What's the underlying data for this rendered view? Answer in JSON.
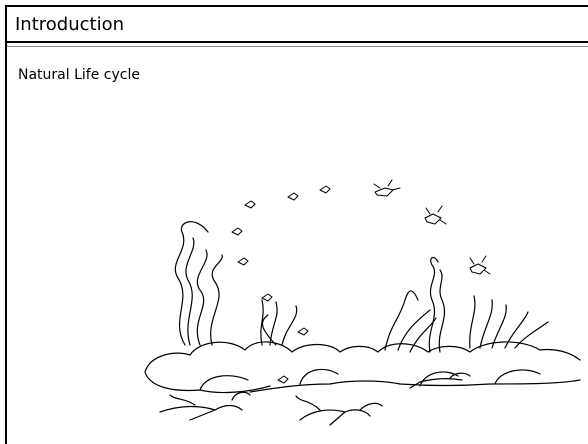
{
  "header": {
    "title": "Introduction"
  },
  "content": {
    "caption": "Natural Life cycle"
  },
  "illustration": {
    "subject": "crayfish life cycle among rocks and water plants",
    "colors": {
      "ink": "#000000",
      "background": "#ffffff"
    }
  }
}
